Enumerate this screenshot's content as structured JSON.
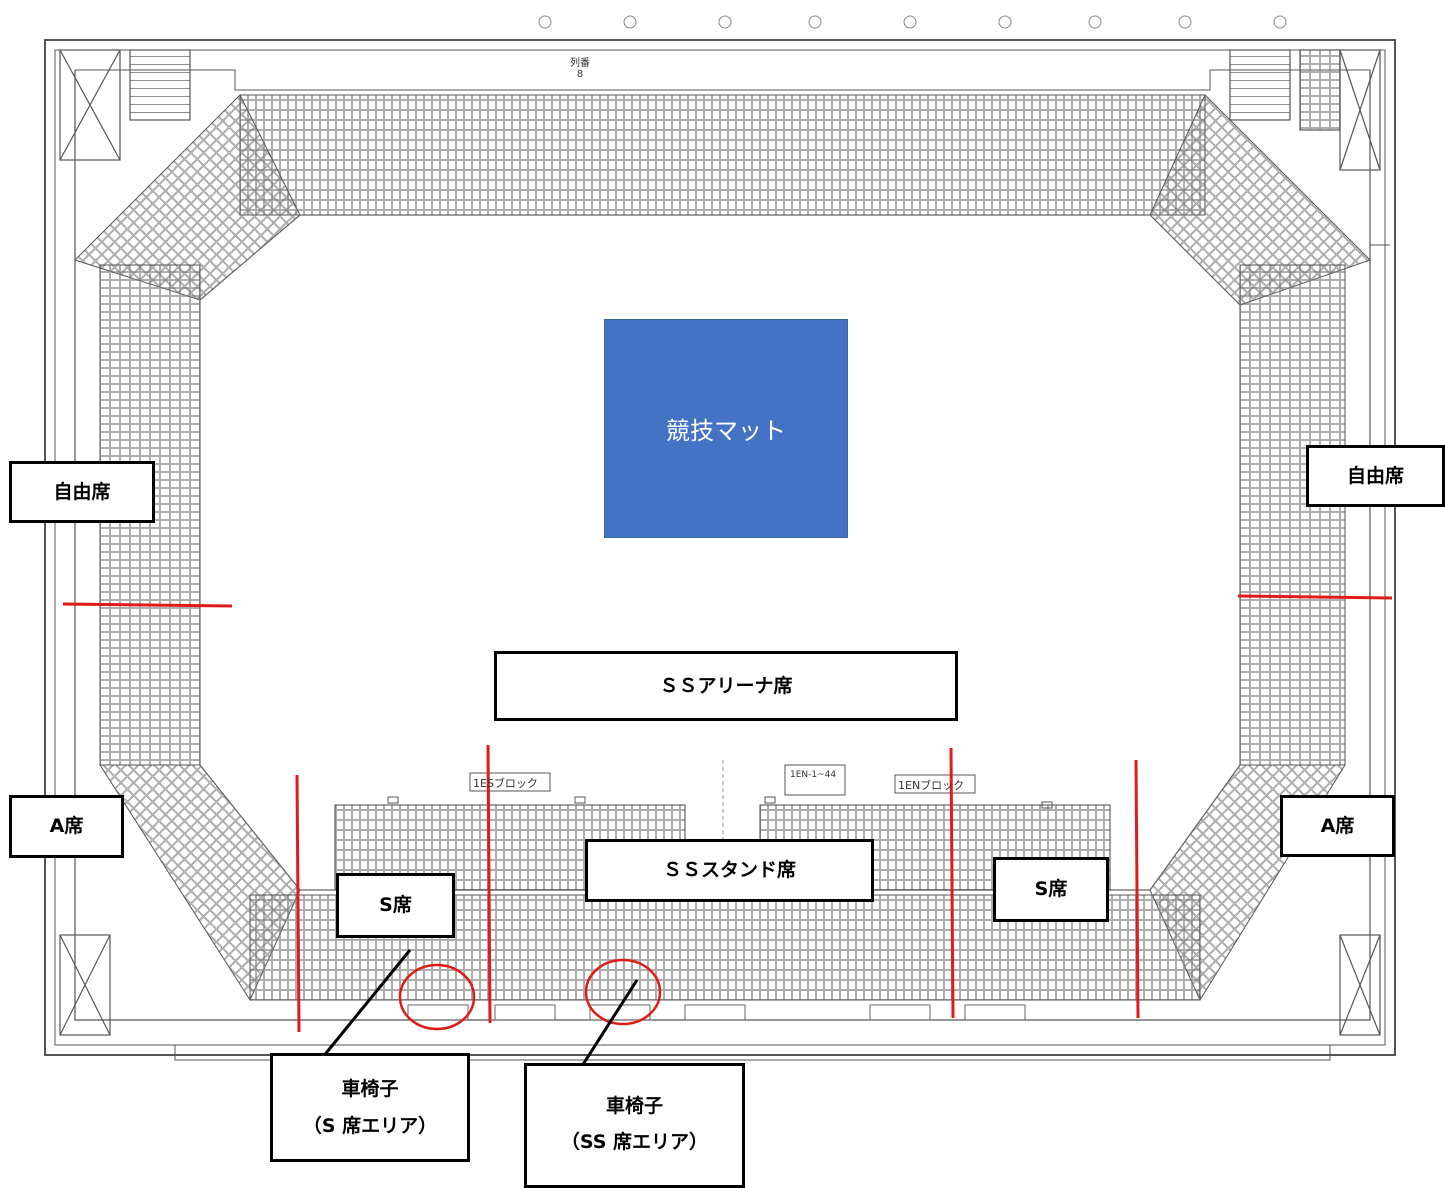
{
  "map": {
    "mat_label": "競技マット",
    "free_left": "自由席",
    "free_right": "自由席",
    "a_left": "A席",
    "a_right": "A席",
    "ss_arena": "ＳＳアリーナ席",
    "ss_stand": "ＳＳスタンド席",
    "s_left": "S席",
    "s_right": "S席",
    "wheel_s_line1": "車椅子",
    "wheel_s_line2": "（S 席エリア）",
    "wheel_ss_line1": "車椅子",
    "wheel_ss_line2": "（SS 席エリア）",
    "block_left": "1ESブロック",
    "block_right": "1ENブロック",
    "block_tag": "1EN-1~44",
    "row_label": "列番",
    "row_num": "8"
  },
  "colors": {
    "mat": "#4472c4",
    "divider": "#e01b1b",
    "wheelchair_circle": "#e01b1b",
    "line": "#555555"
  }
}
